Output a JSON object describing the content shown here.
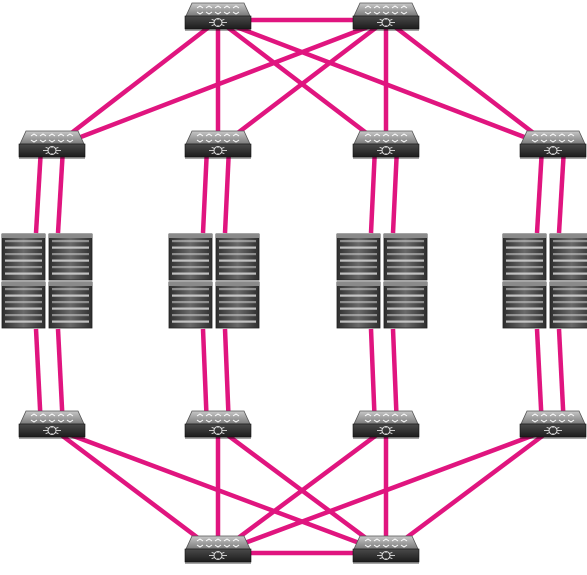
{
  "diagram": {
    "type": "network-topology",
    "link_color": "#e0157f",
    "device_colors": {
      "switch_top": "#9a9a9a",
      "switch_body": "#3a3a3a",
      "server_body": "#4a4a4a",
      "server_highlight": "#cfcfcf"
    },
    "nodes": [
      {
        "id": "core-1",
        "kind": "switch",
        "icon": "network-switch-icon"
      },
      {
        "id": "core-2",
        "kind": "switch",
        "icon": "network-switch-icon"
      },
      {
        "id": "agg-top-1",
        "kind": "switch",
        "icon": "network-switch-icon"
      },
      {
        "id": "agg-top-2",
        "kind": "switch",
        "icon": "network-switch-icon"
      },
      {
        "id": "agg-top-3",
        "kind": "switch",
        "icon": "network-switch-icon"
      },
      {
        "id": "agg-top-4",
        "kind": "switch",
        "icon": "network-switch-icon"
      },
      {
        "id": "server-rack-1",
        "kind": "server-rack",
        "icon": "server-rack-icon"
      },
      {
        "id": "server-rack-2",
        "kind": "server-rack",
        "icon": "server-rack-icon"
      },
      {
        "id": "server-rack-3",
        "kind": "server-rack",
        "icon": "server-rack-icon"
      },
      {
        "id": "server-rack-4",
        "kind": "server-rack",
        "icon": "server-rack-icon"
      },
      {
        "id": "agg-bottom-1",
        "kind": "switch",
        "icon": "network-switch-icon"
      },
      {
        "id": "agg-bottom-2",
        "kind": "switch",
        "icon": "network-switch-icon"
      },
      {
        "id": "agg-bottom-3",
        "kind": "switch",
        "icon": "network-switch-icon"
      },
      {
        "id": "agg-bottom-4",
        "kind": "switch",
        "icon": "network-switch-icon"
      },
      {
        "id": "core-3",
        "kind": "switch",
        "icon": "network-switch-icon"
      },
      {
        "id": "core-4",
        "kind": "switch",
        "icon": "network-switch-icon"
      }
    ],
    "links": [
      {
        "from": "core-1",
        "to": "core-2"
      },
      {
        "from": "core-1",
        "to": "agg-top-1"
      },
      {
        "from": "core-1",
        "to": "agg-top-2"
      },
      {
        "from": "core-1",
        "to": "agg-top-3"
      },
      {
        "from": "core-1",
        "to": "agg-top-4"
      },
      {
        "from": "core-2",
        "to": "agg-top-1"
      },
      {
        "from": "core-2",
        "to": "agg-top-2"
      },
      {
        "from": "core-2",
        "to": "agg-top-3"
      },
      {
        "from": "core-2",
        "to": "agg-top-4"
      },
      {
        "from": "agg-top-1",
        "to": "server-rack-1",
        "double": true
      },
      {
        "from": "agg-top-2",
        "to": "server-rack-2",
        "double": true
      },
      {
        "from": "agg-top-3",
        "to": "server-rack-3",
        "double": true
      },
      {
        "from": "agg-top-4",
        "to": "server-rack-4",
        "double": true
      },
      {
        "from": "server-rack-1",
        "to": "agg-bottom-1",
        "double": true
      },
      {
        "from": "server-rack-2",
        "to": "agg-bottom-2",
        "double": true
      },
      {
        "from": "server-rack-3",
        "to": "agg-bottom-3",
        "double": true
      },
      {
        "from": "server-rack-4",
        "to": "agg-bottom-4",
        "double": true
      },
      {
        "from": "core-3",
        "to": "core-4"
      },
      {
        "from": "core-3",
        "to": "agg-bottom-1"
      },
      {
        "from": "core-3",
        "to": "agg-bottom-2"
      },
      {
        "from": "core-3",
        "to": "agg-bottom-3"
      },
      {
        "from": "core-3",
        "to": "agg-bottom-4"
      },
      {
        "from": "core-4",
        "to": "agg-bottom-1"
      },
      {
        "from": "core-4",
        "to": "agg-bottom-2"
      },
      {
        "from": "core-4",
        "to": "agg-bottom-3"
      },
      {
        "from": "core-4",
        "to": "agg-bottom-4"
      }
    ]
  }
}
